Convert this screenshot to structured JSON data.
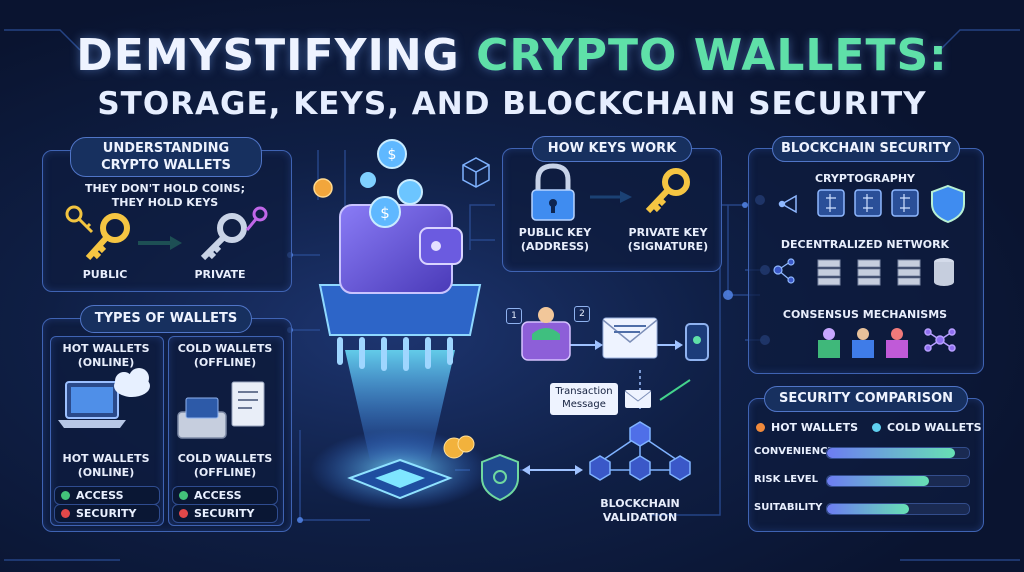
{
  "header": {
    "title_part1": "DEMYSTIFYING ",
    "title_part2": "CRYPTO WALLETS:",
    "subtitle": "STORAGE, KEYS, AND BLOCKCHAIN SECURITY"
  },
  "understanding": {
    "title_line1": "UNDERSTANDING",
    "title_line2": "CRYPTO WALLETS",
    "desc_line1": "THEY DON'T HOLD COINS;",
    "desc_line2": "THEY HOLD KEYS",
    "public_label": "PUBLIC",
    "private_label": "PRIVATE"
  },
  "types": {
    "title": "TYPES OF WALLETS",
    "hot": {
      "top1": "HOT WALLETS",
      "top2": "(ONLINE)",
      "bottom1": "HOT WALLETS",
      "bottom2": "(ONLINE)",
      "access": "ACCESS",
      "security": "SECURITY"
    },
    "cold": {
      "top1": "COLD WALLETS",
      "top2": "(OFFLINE)",
      "bottom1": "COLD WALLETS",
      "bottom2": "(OFFLINE)",
      "access": "ACCESS",
      "security": "SECURITY"
    }
  },
  "keys": {
    "title": "HOW KEYS WORK",
    "public1": "PUBLIC KEY",
    "public2": "(ADDRESS)",
    "private1": "PRIVATE KEY",
    "private2": "(SIGNATURE)"
  },
  "flow": {
    "step1": "1",
    "step2": "2",
    "tx_line1": "Transaction",
    "tx_line2": "Message",
    "validation1": "BLOCKCHAIN",
    "validation2": "VALIDATION"
  },
  "security": {
    "title": "BLOCKCHAIN SECURITY",
    "cryptography": "CRYPTOGRAPHY",
    "network": "DECENTRALIZED NETWORK",
    "consensus": "CONSENSUS MECHANISMS"
  },
  "comparison": {
    "title": "SECURITY COMPARISON",
    "hot_legend": "HOT WALLETS",
    "cold_legend": "COLD WALLETS",
    "hot_color": "#f08a3c",
    "cold_color": "#5fd0f0",
    "rows": [
      {
        "label": "CONVENIENCE",
        "level": 0.9
      },
      {
        "label": "RISK LEVEL",
        "level": 0.72
      },
      {
        "label": "SUITABILITY",
        "level": 0.58
      }
    ]
  },
  "icons": [
    "key-icon",
    "padlock-icon",
    "wallet-icon",
    "chip-icon",
    "shield-icon",
    "envelope-icon",
    "server-icon",
    "cloud-icon",
    "laptop-icon",
    "phone-icon",
    "coin-icon"
  ]
}
